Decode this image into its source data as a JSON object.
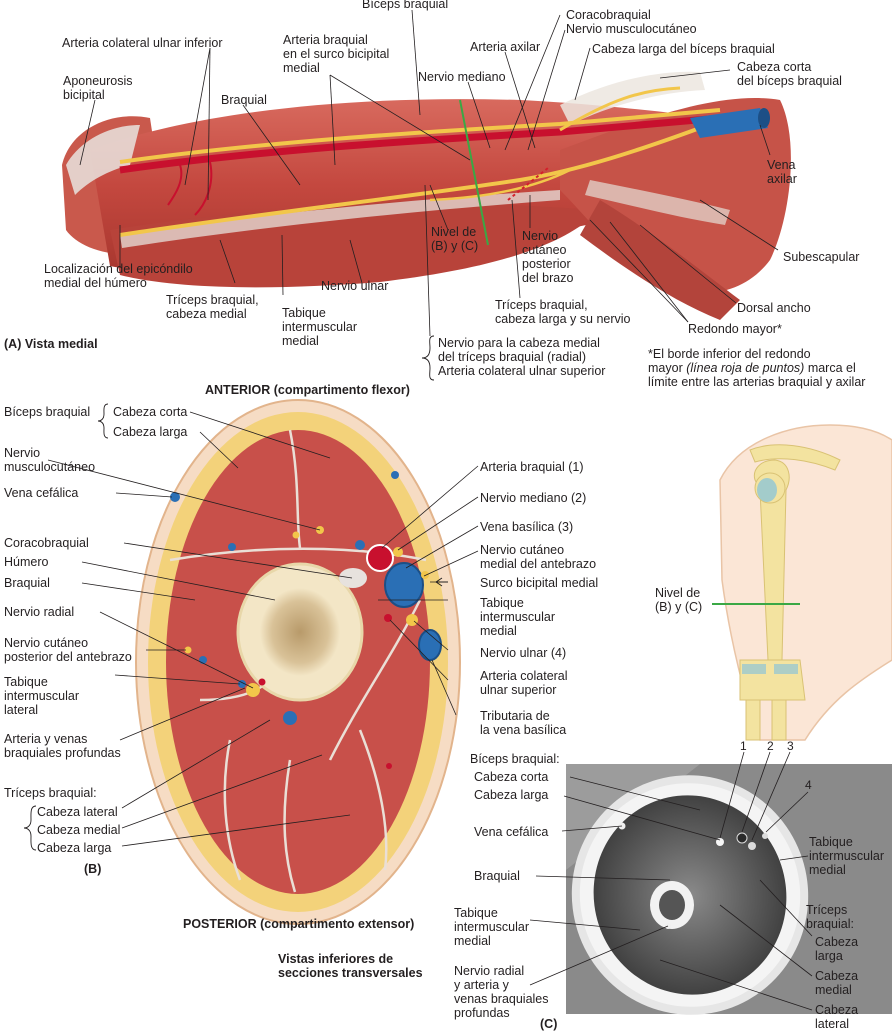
{
  "panel_a": {
    "caption": "(A) Vista medial",
    "labels": {
      "biceps_braquial": "Bíceps braquial",
      "coracobraquial": "Coracobraquial",
      "nervio_musculocutaneo": "Nervio musculocutáneo",
      "arteria_colateral_ulnar_inferior": "Arteria colateral ulnar inferior",
      "arteria_braquial_surco": "Arteria braquial\nen el surco bicipital\nmedial",
      "arteria_axilar": "Arteria axilar",
      "cabeza_larga_biceps": "Cabeza larga del bíceps braquial",
      "cabeza_corta_biceps": "Cabeza corta\ndel bíceps braquial",
      "aponeurosis_bicipital": "Aponeurosis\nbicipital",
      "braquial": "Braquial",
      "nervio_mediano": "Nervio mediano",
      "vena_axilar": "Vena\naxilar",
      "nivel_b_c": "Nivel de\n(B) y (C)",
      "nervio_cutaneo_posterior_brazo": "Nervio\ncutáneo\nposterior\ndel brazo",
      "localizacion_epicondilo": "Localización del epicóndilo\nmedial del húmero",
      "nervio_ulnar": "Nervio ulnar",
      "subescapular": "Subescapular",
      "triceps_cabeza_medial": "Tríceps braquial,\ncabeza medial",
      "tabique_intermuscular_medial": "Tabique\nintermuscular\nmedial",
      "triceps_cabeza_larga_nervio": "Tríceps braquial,\ncabeza larga y su nervio",
      "dorsal_ancho": "Dorsal ancho",
      "redondo_mayor": "Redondo mayor*",
      "nervio_cabeza_medial_triceps": "Nervio para la cabeza medial\ndel tríceps braquial (radial)\nArteria colateral ulnar superior"
    },
    "footnote": {
      "part1": "*El borde inferior del redondo",
      "part2_prefix": "mayor ",
      "part2_italic": "(línea roja de puntos)",
      "part2_suffix": " marca el",
      "part3": "límite entre las arterias braquial y axilar"
    }
  },
  "panel_b": {
    "caption": "(B)",
    "anterior_title": "ANTERIOR (compartimento flexor)",
    "posterior_title": "POSTERIOR (compartimento extensor)",
    "views_title": "Vistas inferiores de\nsecciones transversales",
    "labels": {
      "biceps_braquial": "Bíceps braquial",
      "cabeza_corta": "Cabeza corta",
      "cabeza_larga": "Cabeza larga",
      "nervio_musculocutaneo": "Nervio\nmusculocutáneo",
      "vena_cefalica": "Vena cefálica",
      "coracobraquial": "Coracobraquial",
      "humero": "Húmero",
      "braquial": "Braquial",
      "nervio_radial": "Nervio radial",
      "nervio_cutaneo_posterior_antebrazo": "Nervio cutáneo\nposterior del antebrazo",
      "tabique_intermuscular_lateral": "Tabique\nintermuscular\nlateral",
      "arteria_venas_braquiales_profundas": "Arteria y venas\nbraquiales profundas",
      "triceps_braquial": "Tríceps braquial:",
      "cabeza_lateral": "Cabeza lateral",
      "cabeza_medial": "Cabeza medial",
      "cabeza_larga_t": "Cabeza larga",
      "arteria_braquial_1": "Arteria braquial (1)",
      "nervio_mediano_2": "Nervio mediano (2)",
      "vena_basilica_3": "Vena basílica (3)",
      "nervio_cutaneo_medial_antebrazo": "Nervio cutáneo\nmedial del antebrazo",
      "surco_bicipital_medial": "Surco bicipital medial",
      "tabique_intermuscular_medial": "Tabique\nintermuscular\nmedial",
      "nervio_ulnar_4": "Nervio ulnar (4)",
      "arteria_colateral_ulnar_superior": "Arteria colateral\nulnar superior",
      "tributaria_vena_basilica": "Tributaria de\nla vena basílica"
    }
  },
  "inset": {
    "nivel_b_c": "Nivel de\n(B) y (C)"
  },
  "panel_c": {
    "caption": "(C)",
    "numbers": [
      "1",
      "2",
      "3",
      "4"
    ],
    "labels": {
      "biceps_braquial": "Bíceps braquial:",
      "cabeza_corta": "Cabeza corta",
      "cabeza_larga": "Cabeza larga",
      "vena_cefalica": "Vena cefálica",
      "braquial": "Braquial",
      "tabique_intermuscular_medial_l": "Tabique\nintermuscular\nmedial",
      "nervio_radial_profundas": "Nervio radial\ny arteria y\nvenas braquiales\nprofundas",
      "tabique_intermuscular_medial_r": "Tabique\nintermuscular\nmedial",
      "triceps_braquial": "Tríceps\nbraquial:",
      "cabeza_larga_t": "Cabeza\nlarga",
      "cabeza_medial_t": "Cabeza\nmedial",
      "cabeza_lateral_t": "Cabeza\nlateral"
    }
  },
  "colors": {
    "muscle": "#c8504a",
    "muscle_dark": "#a33a36",
    "fat": "#f3d27a",
    "skin": "#f6dcc4",
    "nerve": "#f2c64a",
    "artery": "#c8102e",
    "vein": "#2a6fb5",
    "bone": "#e9d9b0",
    "level_line": "#3aa845"
  }
}
